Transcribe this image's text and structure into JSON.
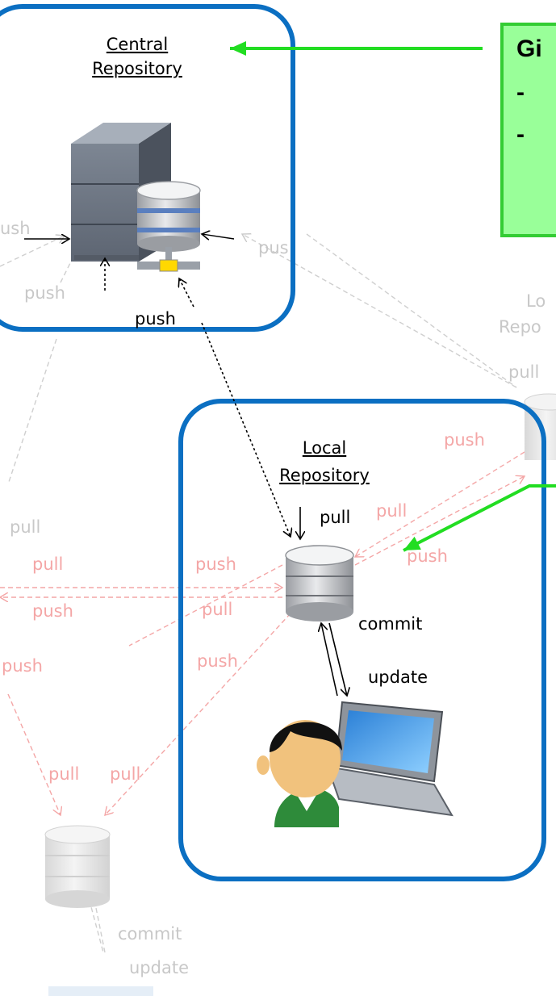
{
  "central_repo": {
    "title_line1": "Central",
    "title_line2": "Repository"
  },
  "local_repo": {
    "title_line1": "Local",
    "title_line2": "Repository"
  },
  "right_repo": {
    "title_line1": "Lo",
    "title_line2": "Repo"
  },
  "callout": {
    "text": "Gi",
    "bullets": [
      "-",
      "-"
    ]
  },
  "labels": {
    "push": "push",
    "pull": "pull",
    "commit": "commit",
    "update": "update",
    "push_clipped_left": "ush",
    "push_clipped_right": "pus",
    "pull_clipped_right": "pull"
  },
  "colors": {
    "box_border": "#0b6fc2",
    "callout_fill": "#99ff99",
    "callout_border": "#33cc33",
    "arrow_green": "#22dd22",
    "faded_pink": "#f4a6a6",
    "faded_gray": "#c8c8c8"
  },
  "icons": [
    "server-icon",
    "database-icon",
    "user-laptop-icon"
  ]
}
